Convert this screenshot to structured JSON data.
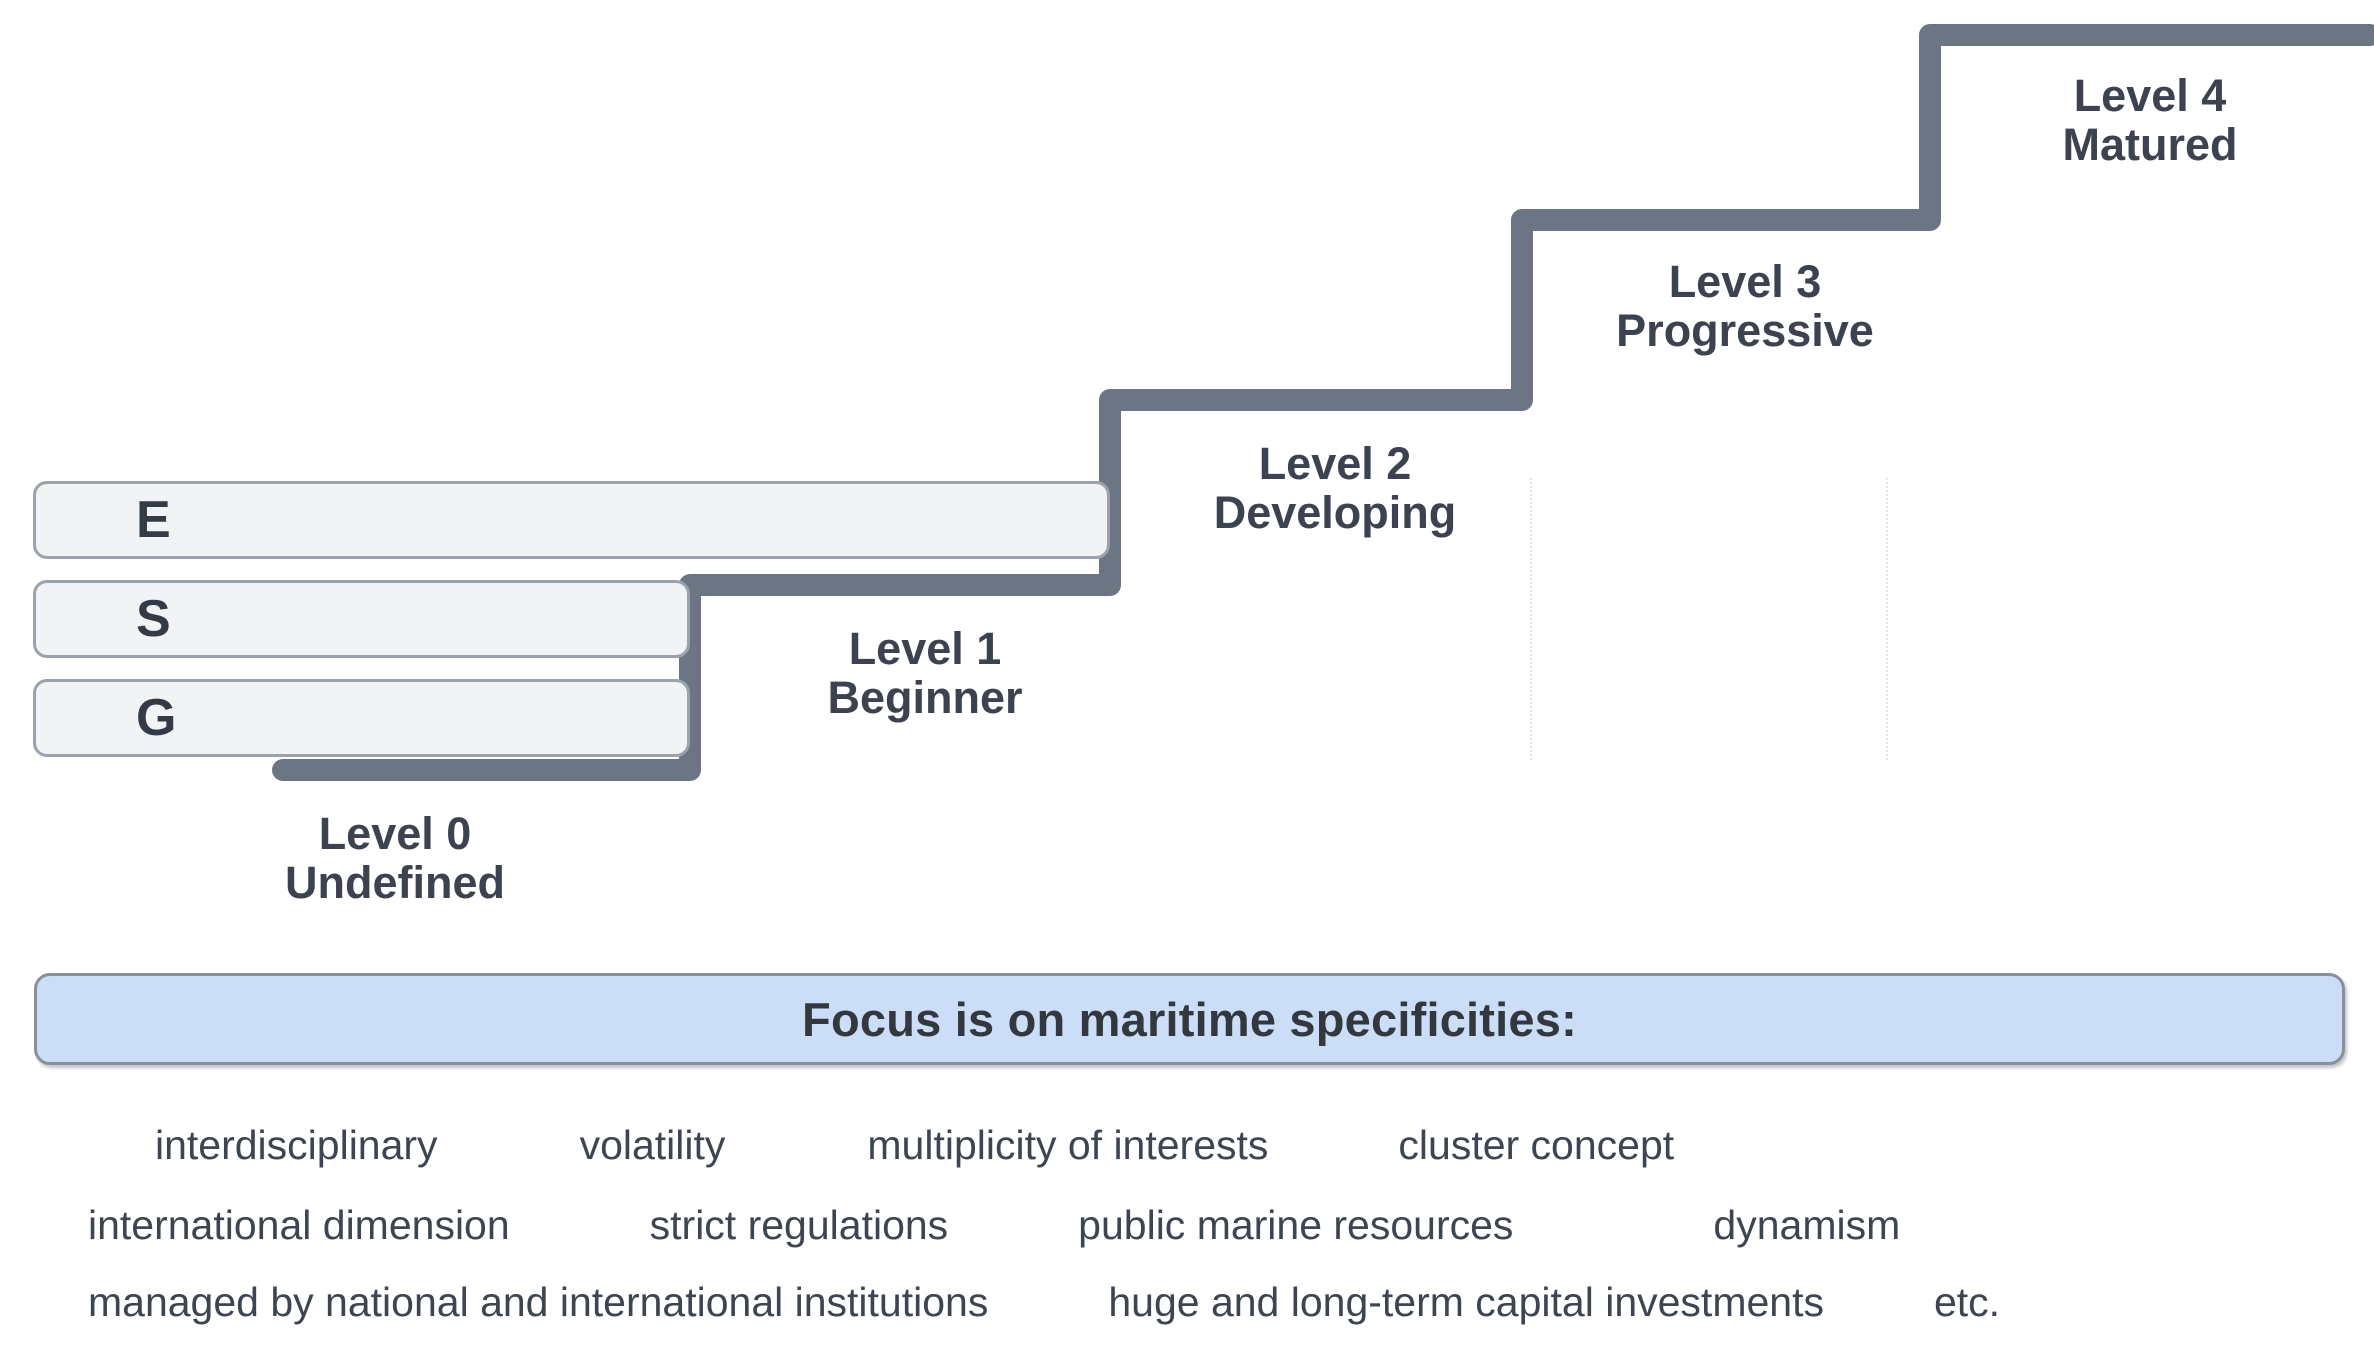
{
  "diagram": {
    "title_implied": "ESG maturity staircase",
    "colors": {
      "step_line": "#6c7584",
      "bar_fill": "#f1f3f4",
      "bar_border": "#9aa3ad",
      "text_dark": "#3c424f",
      "banner_fill": "#cbddf7",
      "banner_border": "#8a8f99",
      "guide_line": "#e3e5e8"
    },
    "esg_bars": [
      {
        "letter": "E",
        "name": "environmental-bar"
      },
      {
        "letter": "S",
        "name": "social-bar"
      },
      {
        "letter": "G",
        "name": "governance-bar"
      }
    ],
    "levels": [
      {
        "id": "level-0",
        "number": "Level 0",
        "name": "Undefined",
        "label": "Level 0\nUndefined"
      },
      {
        "id": "level-1",
        "number": "Level 1",
        "name": "Beginner",
        "label": "Level 1\nBeginner"
      },
      {
        "id": "level-2",
        "number": "Level 2",
        "name": "Developing",
        "label": "Level 2\nDeveloping"
      },
      {
        "id": "level-3",
        "number": "Level 3",
        "name": "Progressive",
        "label": "Level 3\nProgressive"
      },
      {
        "id": "level-4",
        "number": "Level 4",
        "name": "Matured",
        "label": "Level 4\nMatured"
      }
    ],
    "banner": {
      "text": "Focus is on maritime specificities:"
    },
    "keywords": {
      "row1": [
        "interdisciplinary",
        "volatility",
        "multiplicity of interests",
        "cluster concept"
      ],
      "row2": [
        "international dimension",
        "strict regulations",
        "public marine resources",
        "dynamism"
      ],
      "row3": [
        "managed by national and international institutions",
        "huge and long-term capital investments",
        "etc."
      ]
    }
  }
}
